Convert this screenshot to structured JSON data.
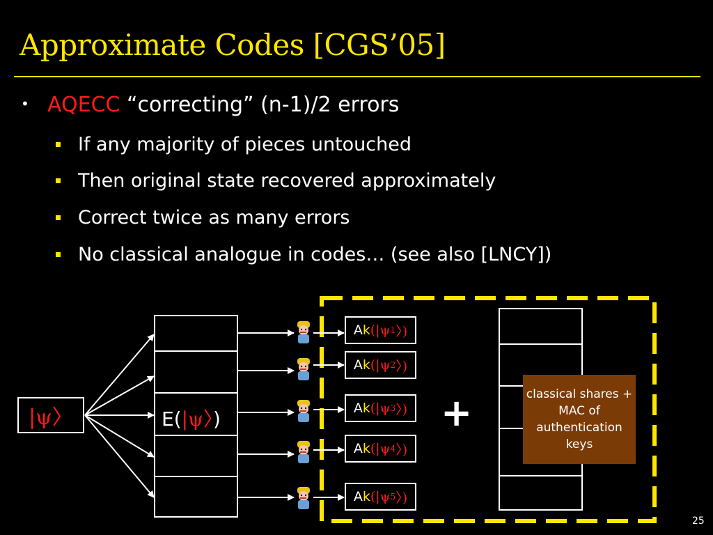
{
  "title": "Approximate Codes [CGS’05]",
  "bullet_main": {
    "highlight": "AQECC",
    "rest": " “correcting” (n-1)/2 errors"
  },
  "sub_bullets": [
    "If any majority of pieces untouched",
    "Then original state recovered approximately",
    "Correct twice as many errors",
    "No classical analogue in codes… (see also [LNCY])"
  ],
  "diagram": {
    "input_state": "|ψ〉",
    "encoded_label_prefix": "E(",
    "encoded_label_state": "|ψ〉",
    "encoded_label_suffix": ")",
    "shares": [
      {
        "a": "A",
        "k": "k",
        "open": "(|ψ",
        "sub": "1",
        "close": "〉)"
      },
      {
        "a": "A",
        "k": "k",
        "open": "(|ψ",
        "sub": "2",
        "close": "〉)"
      },
      {
        "a": "A",
        "k": "k",
        "open": "(|ψ",
        "sub": "3",
        "close": "〉)"
      },
      {
        "a": "A",
        "k": "k",
        "open": "(|ψ",
        "sub": "4",
        "close": "〉)"
      },
      {
        "a": "A",
        "k": "k",
        "open": "(|ψ",
        "sub": "5",
        "close": "〉)"
      }
    ],
    "plus": "+",
    "classical_note": "classical shares + MAC of authentication keys",
    "colors": {
      "title": "#ffe600",
      "highlight": "#ff1a1a",
      "dashed_border": "#ffe600",
      "note_bg": "#7a3b07"
    }
  },
  "page_number": "25"
}
